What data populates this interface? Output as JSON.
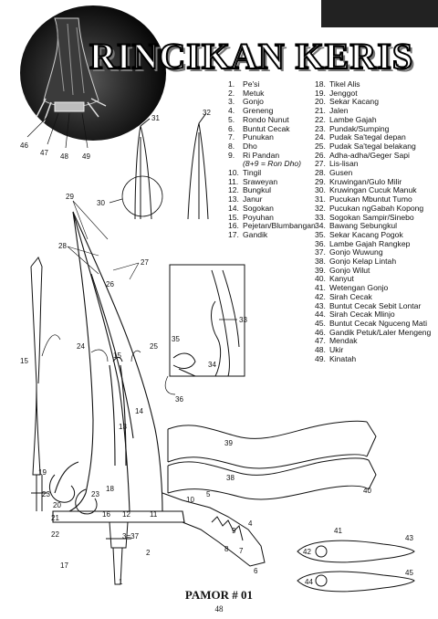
{
  "title": "RINCIKAN KERIS",
  "footer": {
    "label": "PAMOR # 01",
    "page": "48"
  },
  "parts_col1": [
    {
      "n": "1.",
      "t": "Pe'si"
    },
    {
      "n": "2.",
      "t": "Metuk"
    },
    {
      "n": "3.",
      "t": "Gonjo"
    },
    {
      "n": "4.",
      "t": "Greneng"
    },
    {
      "n": "5.",
      "t": "Rondo Nunut"
    },
    {
      "n": "6.",
      "t": "Buntut Cecak"
    },
    {
      "n": "7.",
      "t": "Punukan"
    },
    {
      "n": "8.",
      "t": "Dho"
    },
    {
      "n": "9.",
      "t": "Ri Pandan"
    },
    {
      "n": "",
      "t": "(8+9 = Ron Dho)"
    },
    {
      "n": "10.",
      "t": "Tingil"
    },
    {
      "n": "11.",
      "t": "Sraweyan"
    },
    {
      "n": "12.",
      "t": "Bungkul"
    },
    {
      "n": "13.",
      "t": "Janur"
    },
    {
      "n": "14.",
      "t": "Sogokan"
    },
    {
      "n": "15.",
      "t": "Poyuhan"
    },
    {
      "n": "16.",
      "t": "Pejetan/Blumbangan"
    },
    {
      "n": "17.",
      "t": "Gandik"
    }
  ],
  "parts_col2": [
    {
      "n": "18.",
      "t": "Tikel Alis"
    },
    {
      "n": "19.",
      "t": "Jenggot"
    },
    {
      "n": "20.",
      "t": "Sekar Kacang"
    },
    {
      "n": "21.",
      "t": "Jalen"
    },
    {
      "n": "22.",
      "t": "Lambe Gajah"
    },
    {
      "n": "23.",
      "t": "Pundak/Sumping"
    },
    {
      "n": "24.",
      "t": "Pudak Sa'tegal depan"
    },
    {
      "n": "25.",
      "t": "Pudak Sa'tegal belakang"
    },
    {
      "n": "26.",
      "t": "Adha-adha/Geger Sapi"
    },
    {
      "n": "27.",
      "t": "Lis-lisan"
    },
    {
      "n": "28.",
      "t": "Gusen"
    },
    {
      "n": "29.",
      "t": "Kruwingan/Gulo Milir"
    },
    {
      "n": "30.",
      "t": "Kruwingan Cucuk Manuk"
    },
    {
      "n": "31.",
      "t": "Pucukan Mbuntut Tumo"
    },
    {
      "n": "32.",
      "t": "Pucukan ngGabah Kopong"
    },
    {
      "n": "33.",
      "t": "Sogokan Sampir/Sinebo"
    },
    {
      "n": "34.",
      "t": "Bawang Sebungkul"
    },
    {
      "n": "35.",
      "t": "Sekar Kacang Pogok"
    },
    {
      "n": "36.",
      "t": "Lambe Gajah Rangkep"
    },
    {
      "n": "37.",
      "t": "Gonjo Wuwung"
    },
    {
      "n": "38.",
      "t": "Gonjo Kelap Lintah"
    },
    {
      "n": "39.",
      "t": "Gonjo Wilut"
    },
    {
      "n": "40.",
      "t": "Kanyut"
    },
    {
      "n": "41.",
      "t": "Wetengan Gonjo"
    },
    {
      "n": "42.",
      "t": "Sirah Cecak"
    },
    {
      "n": "43.",
      "t": "Buntut Cecak Sebit Lontar"
    },
    {
      "n": "44.",
      "t": "Sirah Cecak Mlinjo"
    },
    {
      "n": "45.",
      "t": "Buntut Cecak Nguceng Mati"
    },
    {
      "n": "46.",
      "t": "Gandik Petuk/Laler Mengeng"
    },
    {
      "n": "47.",
      "t": "Mendak"
    },
    {
      "n": "48.",
      "t": "Ukir"
    },
    {
      "n": "49.",
      "t": "Kinatah"
    }
  ],
  "labels": {
    "l1": "1",
    "l2": "2",
    "l3": "3=37",
    "l4": "4",
    "l5": "5",
    "l6": "6",
    "l7": "7",
    "l8": "8",
    "l9": "9",
    "l10": "10",
    "l11": "11",
    "l12": "12",
    "l13": "13",
    "l14": "14",
    "l15a": "15",
    "l15b": "15",
    "l16": "16",
    "l17": "17",
    "l18": "18",
    "l19": "19",
    "l20": "20",
    "l21": "21",
    "l22": "22",
    "l23a": "23",
    "l23b": "23",
    "l24": "24",
    "l25": "25",
    "l26": "26",
    "l27": "27",
    "l28": "28",
    "l29": "29",
    "l30": "30",
    "l31": "31",
    "l32": "32",
    "l33": "33",
    "l34": "34",
    "l35": "35",
    "l36": "36",
    "l38": "38",
    "l39": "39",
    "l40": "40",
    "l41": "41",
    "l42": "42",
    "l43": "43",
    "l44": "44",
    "l45": "45",
    "l46": "46",
    "l47": "47",
    "l48": "48",
    "l49": "49"
  }
}
